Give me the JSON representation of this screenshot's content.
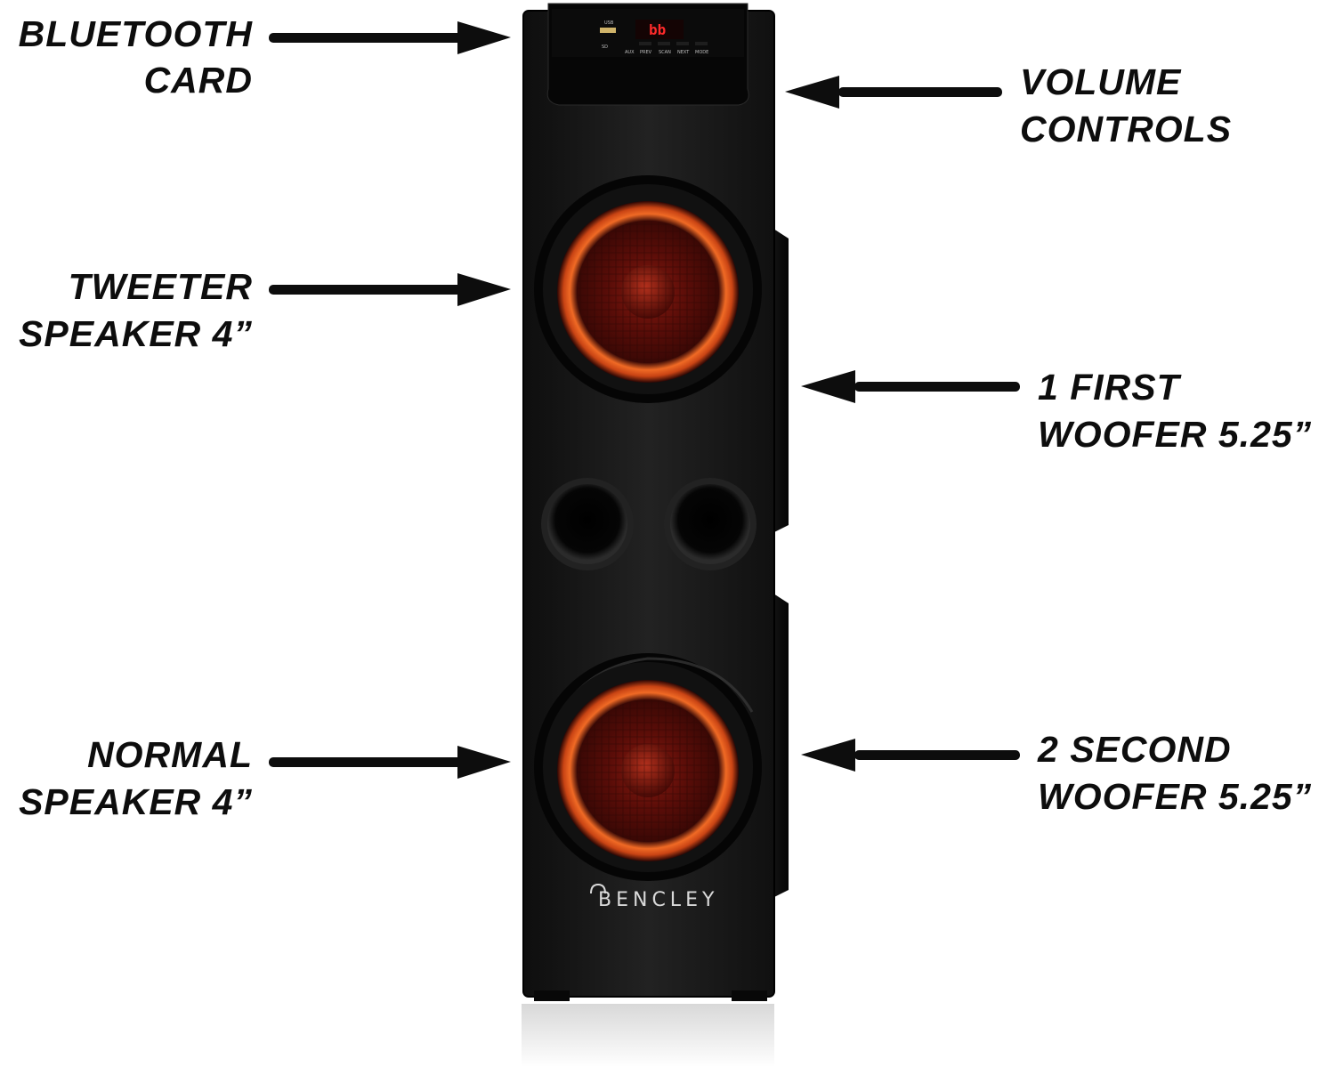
{
  "labels": {
    "bluetooth": [
      "BLUETOOTH",
      "CARD"
    ],
    "volume": [
      "VOLUME",
      "CONTROLS"
    ],
    "tweeter": [
      "TWEETER",
      "SPEAKER 4”"
    ],
    "first_woofer": [
      "1 FIRST",
      "WOOFER 5.25”"
    ],
    "normal": [
      "NORMAL",
      "SPEAKER 4”"
    ],
    "second_woofer": [
      "2 SECOND",
      "WOOFER 5.25”"
    ]
  },
  "speaker": {
    "brand": "BENCLEY",
    "panel": {
      "usb": "USB",
      "sd": "SD",
      "aux": "AUX",
      "display": "bb",
      "buttons": [
        "PREV",
        "SCAN",
        "NEXT",
        "MODE"
      ]
    }
  },
  "colors": {
    "cabinet": "#1b1b1b",
    "ring_glow": "#e8571c",
    "cone": "#5a0d08",
    "label": "#0d0d0d",
    "arrow": "#0d0d0d"
  }
}
